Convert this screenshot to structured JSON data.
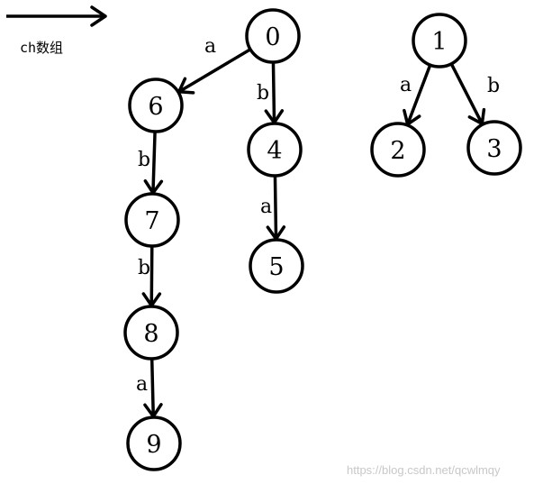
{
  "legend": {
    "label": "ch数组"
  },
  "nodes": [
    {
      "id": "0",
      "label": "0"
    },
    {
      "id": "6",
      "label": "6"
    },
    {
      "id": "4",
      "label": "4"
    },
    {
      "id": "7",
      "label": "7"
    },
    {
      "id": "5",
      "label": "5"
    },
    {
      "id": "8",
      "label": "8"
    },
    {
      "id": "9",
      "label": "9"
    },
    {
      "id": "1",
      "label": "1"
    },
    {
      "id": "2",
      "label": "2"
    },
    {
      "id": "3",
      "label": "3"
    }
  ],
  "edges": [
    {
      "from": "0",
      "to": "6",
      "label": "a"
    },
    {
      "from": "0",
      "to": "4",
      "label": "b"
    },
    {
      "from": "6",
      "to": "7",
      "label": "b"
    },
    {
      "from": "4",
      "to": "5",
      "label": "a"
    },
    {
      "from": "7",
      "to": "8",
      "label": "b"
    },
    {
      "from": "8",
      "to": "9",
      "label": "a"
    },
    {
      "from": "1",
      "to": "2",
      "label": "a"
    },
    {
      "from": "1",
      "to": "3",
      "label": "b"
    }
  ],
  "watermark": "https://blog.csdn.net/qcwlmqy"
}
